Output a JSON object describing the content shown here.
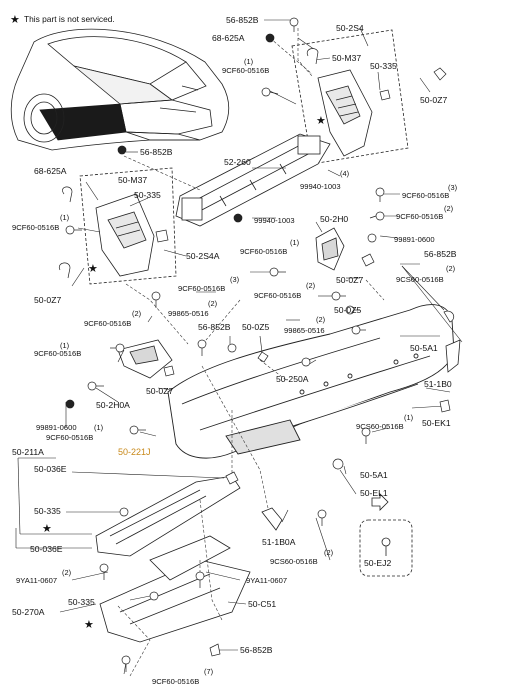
{
  "legend": {
    "star": "★",
    "text": "This part is not serviced."
  },
  "highlight_color": "#c8891a",
  "labels": {
    "l_56_852B_top": "56-852B",
    "l_50_2S4": "50-2S4",
    "l_68_625A_top": "68-625A",
    "l_50_M37_top": "50-M37",
    "q_1_a": "(1)",
    "l_9CF_a": "9CF60-0516B",
    "l_50_335_top": "50-335",
    "l_50_0Z7_top": "50-0Z7",
    "l_56_852B_left": "56-852B",
    "l_52_260": "52-260",
    "l_99940_1003_a": "99940-1003",
    "q_4": "(4)",
    "l_68_625A_left": "68-625A",
    "l_50_M37_left": "50-M37",
    "l_50_335_left": "50-335",
    "q_3_a": "(3)",
    "l_9CF_b": "9CF60-0516B",
    "q_2_a": "(2)",
    "l_9CF_c": "9CF60-0516B",
    "l_99940_1003_b": "99940-1003",
    "q_1_b": "(1)",
    "l_9CF_d": "9CF60-0516B",
    "l_50_2H0": "50-2H0",
    "l_99891_0600_a": "99891-0600",
    "l_50_2S4A": "50-2S4A",
    "q_1_c": "(1)",
    "l_9CF_e": "9CF60-0516B",
    "l_56_852B_mid": "56-852B",
    "l_50_0Z7_mid": "50-0Z7",
    "l_9CS_a": "9CS60-0516B",
    "q_2_b": "(2)",
    "q_3_b": "(3)",
    "l_9CF_f": "9CF60-0516B",
    "q_2_c": "(2)",
    "l_9CF_g": "9CF60-0516B",
    "l_50_0Z7_left": "50-0Z7",
    "l_50_0Z5_a": "50-0Z5",
    "q_2_d": "(2)",
    "l_99865_0516_a": "99865-0516",
    "q_2_e": "(2)",
    "l_9CF_h": "9CF60-0516B",
    "l_56_852B_c": "56-852B",
    "l_50_0Z5_b": "50-0Z5",
    "q_2_f": "(2)",
    "l_99865_0516_b": "99865-0516",
    "l_50_5A1_a": "50-5A1",
    "q_1_d": "(1)",
    "l_9CF_i": "9CF60-0516B",
    "l_50_250A": "50-250A",
    "l_51_1B0": "51-1B0",
    "l_50_0Z7_c": "50-0Z7",
    "l_50_2H0A": "50-2H0A",
    "l_99891_0600_b": "99891-0600",
    "q_1_e": "(1)",
    "l_9CF_j": "9CF60-0516B",
    "q_1_f": "(1)",
    "l_9CS_b": "9CS60-0516B",
    "l_50_EK1": "50-EK1",
    "l_50_221J": "50-221J",
    "l_50_211A": "50-211A",
    "l_50_5A1_b": "50-5A1",
    "l_50_036E_a": "50-036E",
    "l_50_EL1": "50-EL1",
    "l_50_335_c": "50-335",
    "l_50_036E_b": "50-036E",
    "q_2_g": "(2)",
    "l_9YA_a": "9YA11-0607",
    "l_9YA_b": "9YA11-0607",
    "l_51_1B0A": "51-1B0A",
    "q_2_h": "(2)",
    "l_9CS_c": "9CS60-0516B",
    "l_50_EJ2": "50-EJ2",
    "l_50_270A": "50-270A",
    "l_50_335_d": "50-335",
    "l_50_C51": "50-C51",
    "l_56_852B_bot": "56-852B",
    "q_7": "(7)",
    "l_9CF_k": "9CF60-0516B"
  }
}
